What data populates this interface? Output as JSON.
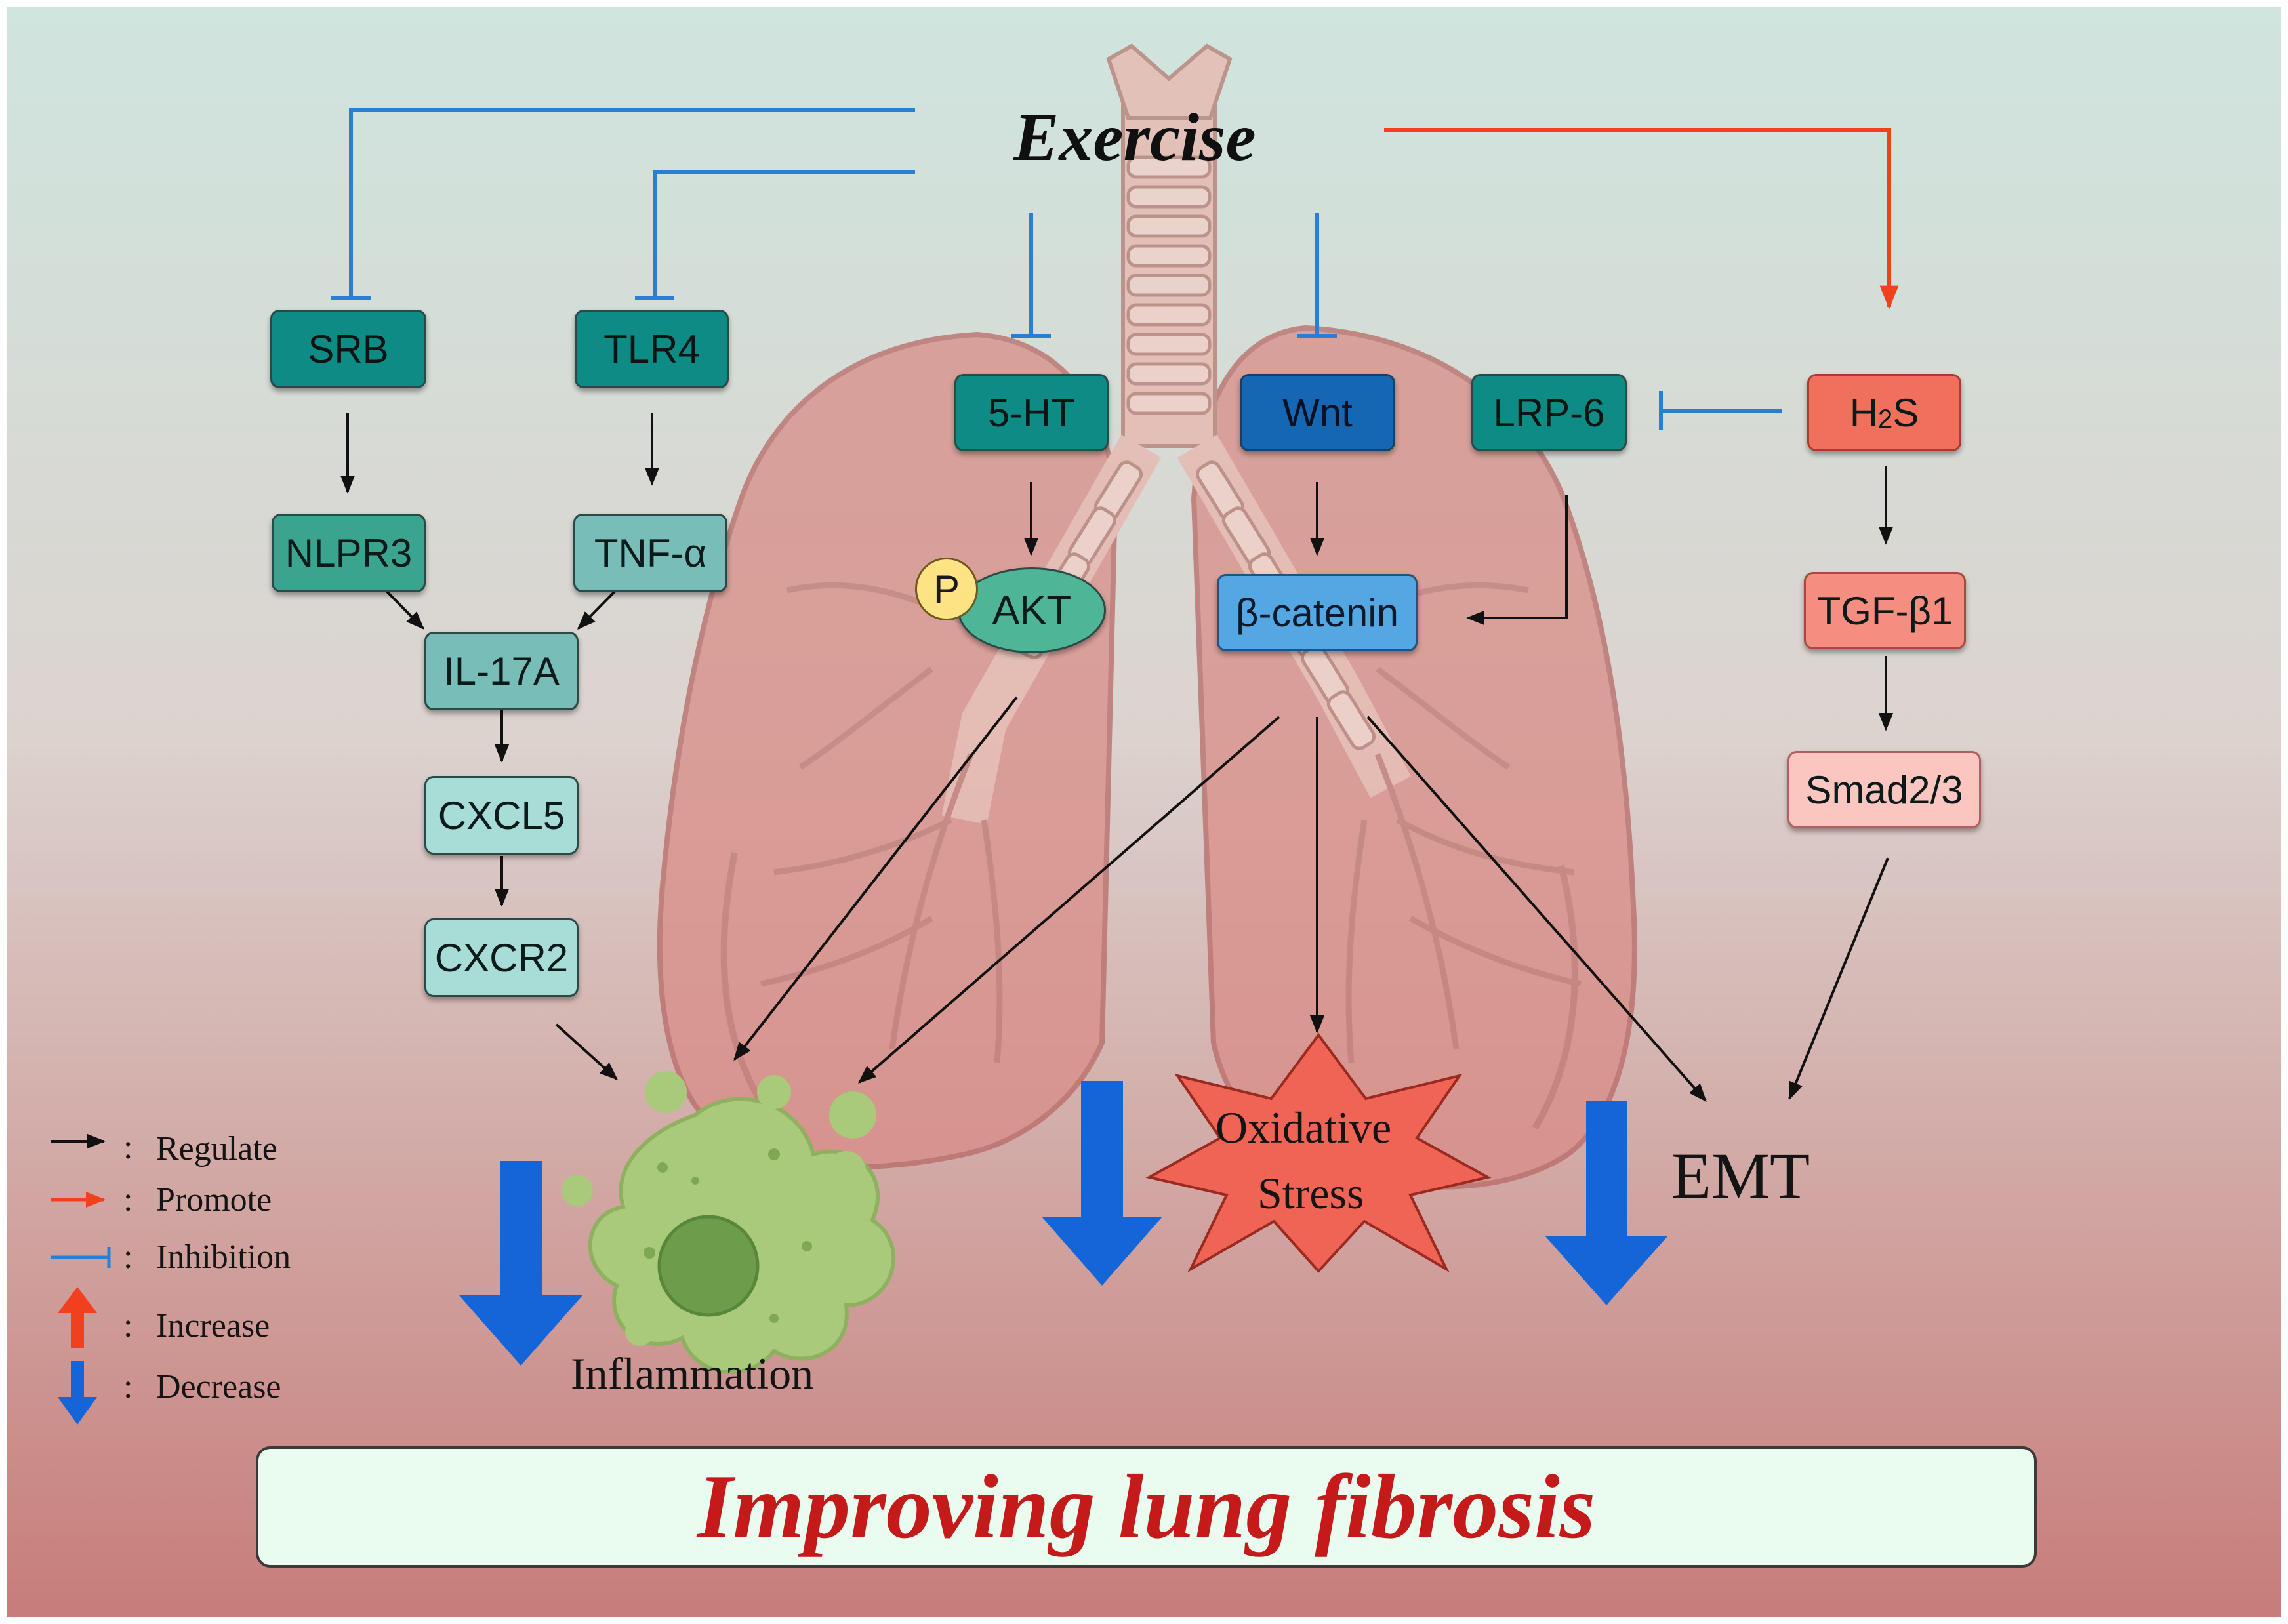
{
  "colors": {
    "regulate": "#111111",
    "promote": "#f0401e",
    "inhibition": "#2a7fd4",
    "increase": "#f0401e",
    "decrease": "#1466d8",
    "title_text": "#c41a1a"
  },
  "diagram": {
    "center": "Exercise",
    "nodes": {
      "srb": "SRB",
      "tlr4": "TLR4",
      "nlpr3": "NLPR3",
      "tnf": "TNF-α",
      "il17a": "IL-17A",
      "cxcl5": "CXCL5",
      "cxcr2": "CXCR2",
      "ht5": "5-HT",
      "p": "P",
      "akt": "AKT",
      "wnt": "Wnt",
      "lrp6": "LRP-6",
      "catenin": "β-catenin",
      "h2s_main": "H",
      "h2s_sub": "2",
      "h2s_tail": "S",
      "tgf": "TGF-β1",
      "smad": "Smad2/3"
    },
    "outcomes": {
      "inflammation": "Inflammation",
      "oxidative_line1": "Oxidative",
      "oxidative_line2": "Stress",
      "emt": "EMT"
    },
    "conclusion": "Improving lung fibrosis"
  },
  "legend": [
    {
      "symbol": "regulate-arrow",
      "label": "Regulate"
    },
    {
      "symbol": "promote-arrow",
      "label": "Promote"
    },
    {
      "symbol": "inhibition-bar",
      "label": "Inhibition"
    },
    {
      "symbol": "increase-arrow",
      "label": "Increase"
    },
    {
      "symbol": "decrease-arrow",
      "label": "Decrease"
    }
  ],
  "legend_separator": ":"
}
